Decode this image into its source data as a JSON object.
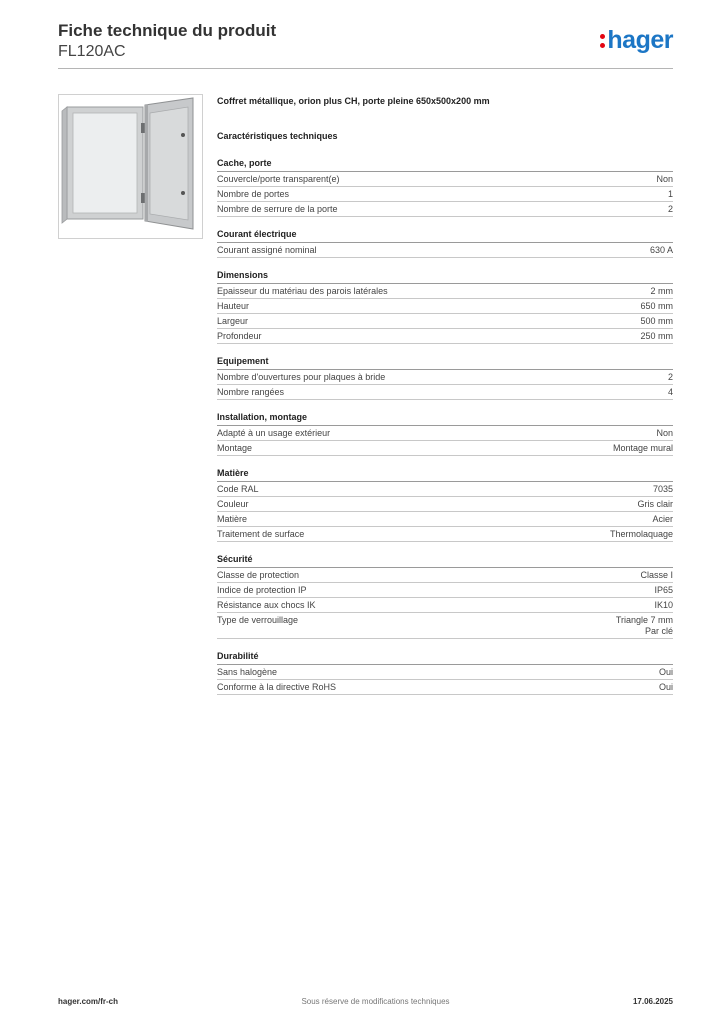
{
  "header": {
    "title": "Fiche technique du produit",
    "code": "FL120AC",
    "logo": "hager"
  },
  "product": {
    "description": "Coffret métallique, orion plus CH, porte pleine 650x500x200 mm",
    "section_heading": "Caractéristiques techniques"
  },
  "groups": [
    {
      "title": "Cache, porte",
      "rows": [
        {
          "label": "Couvercle/porte transparent(e)",
          "value": "Non"
        },
        {
          "label": "Nombre de portes",
          "value": "1"
        },
        {
          "label": "Nombre de serrure de la porte",
          "value": "2"
        }
      ]
    },
    {
      "title": "Courant électrique",
      "rows": [
        {
          "label": "Courant assigné nominal",
          "value": "630 A"
        }
      ]
    },
    {
      "title": "Dimensions",
      "rows": [
        {
          "label": "Epaisseur du matériau des parois latérales",
          "value": "2 mm"
        },
        {
          "label": "Hauteur",
          "value": "650 mm"
        },
        {
          "label": "Largeur",
          "value": "500 mm"
        },
        {
          "label": "Profondeur",
          "value": "250 mm"
        }
      ]
    },
    {
      "title": "Equipement",
      "rows": [
        {
          "label": "Nombre d'ouvertures pour plaques à bride",
          "value": "2"
        },
        {
          "label": "Nombre rangées",
          "value": "4"
        }
      ]
    },
    {
      "title": "Installation, montage",
      "rows": [
        {
          "label": "Adapté à un usage extérieur",
          "value": "Non"
        },
        {
          "label": "Montage",
          "value": "Montage mural"
        }
      ]
    },
    {
      "title": "Matière",
      "rows": [
        {
          "label": "Code RAL",
          "value": "7035"
        },
        {
          "label": "Couleur",
          "value": "Gris clair"
        },
        {
          "label": "Matière",
          "value": "Acier"
        },
        {
          "label": "Traitement de surface",
          "value": "Thermolaquage"
        }
      ]
    },
    {
      "title": "Sécurité",
      "rows": [
        {
          "label": "Classe de protection",
          "value": "Classe I"
        },
        {
          "label": "Indice de protection IP",
          "value": "IP65"
        },
        {
          "label": "Résistance aux chocs IK",
          "value": "IK10"
        },
        {
          "label": "Type de verrouillage",
          "value": "Triangle 7 mm",
          "value2": "Par clé"
        }
      ]
    },
    {
      "title": "Durabilité",
      "rows": [
        {
          "label": "Sans halogène",
          "value": "Oui"
        },
        {
          "label": "Conforme à la directive RoHS",
          "value": "Oui"
        }
      ]
    }
  ],
  "footer": {
    "site": "hager.com/fr-ch",
    "note": "Sous réserve de modifications techniques",
    "date": "17.06.2025"
  },
  "colors": {
    "brand_blue": "#1c76c5",
    "brand_red": "#e30613"
  }
}
